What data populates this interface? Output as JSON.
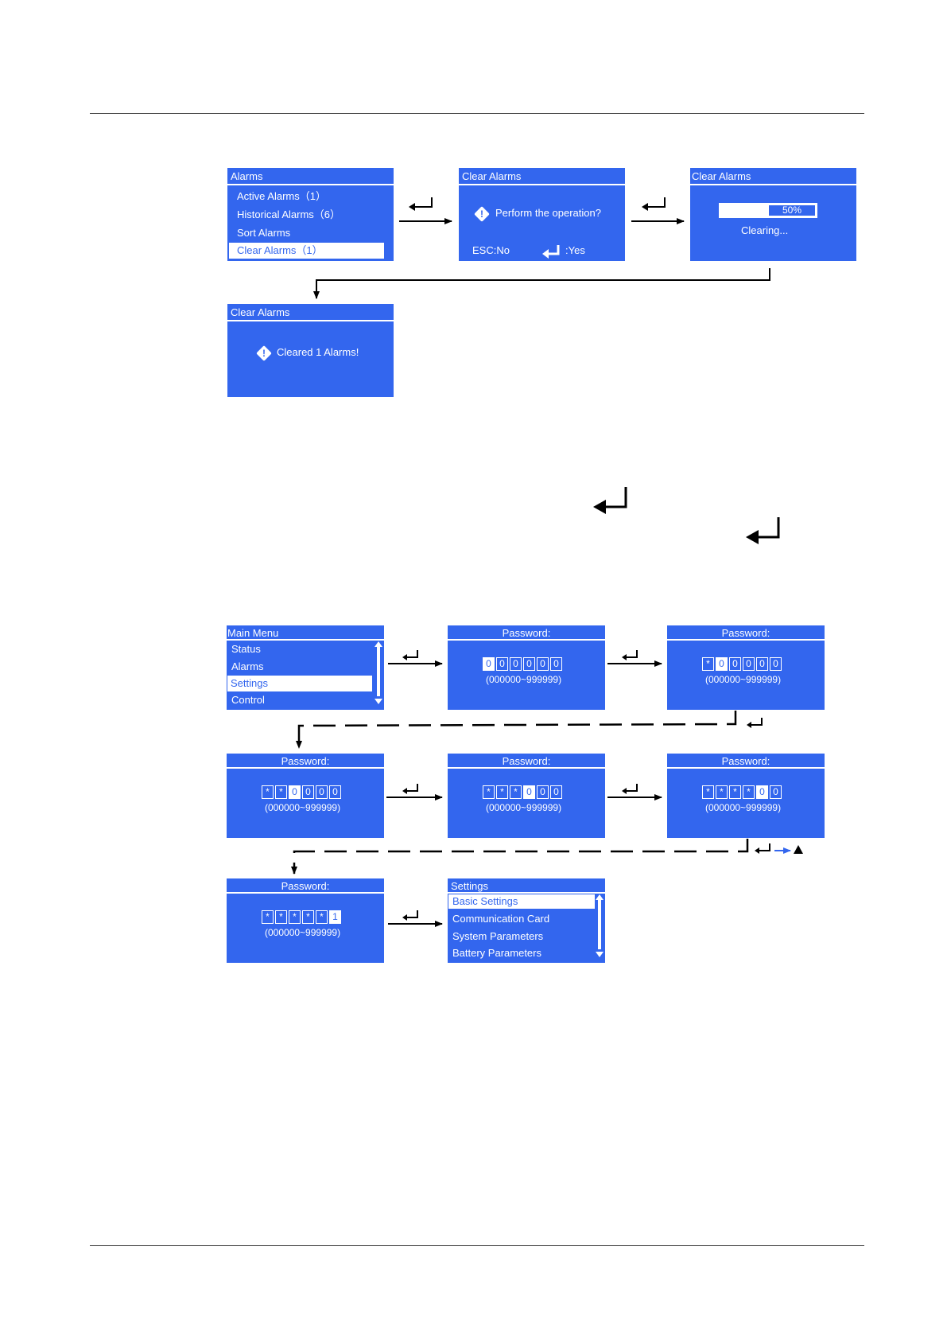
{
  "colors": {
    "panel": "#3366ee",
    "text": "#ffffff",
    "arrow": "#000000",
    "accent": "#3366ee"
  },
  "alarms_menu": {
    "title": "Alarms",
    "items": [
      "Active Alarms（1）",
      "Historical Alarms（6）",
      "Sort Alarms",
      "Clear Alarms（1）"
    ],
    "selected": 3
  },
  "confirm_screen": {
    "title": "Clear Alarms",
    "message": "Perform the operation?",
    "esc_label": "ESC:No",
    "yes_label": ":Yes"
  },
  "progress_screen": {
    "title": "Clear Alarms",
    "progress_value": 0.5,
    "progress_label": "50%",
    "status": "Clearing..."
  },
  "done_screen": {
    "title": "Clear Alarms",
    "message": "Cleared 1 Alarms!"
  },
  "main_menu": {
    "title": "Main Menu",
    "items": [
      "Status",
      "Alarms",
      "Settings",
      "Control"
    ],
    "selected": 2
  },
  "password_screens": [
    {
      "title": "Password:",
      "digits": [
        "0",
        "0",
        "0",
        "0",
        "0",
        "0"
      ],
      "active": 0,
      "range": "(000000~999999)"
    },
    {
      "title": "Password:",
      "digits": [
        "*",
        "0",
        "0",
        "0",
        "0",
        "0"
      ],
      "active": 1,
      "range": "(000000~999999)"
    },
    {
      "title": "Password:",
      "digits": [
        "*",
        "*",
        "0",
        "0",
        "0",
        "0"
      ],
      "active": 2,
      "range": "(000000~999999)"
    },
    {
      "title": "Password:",
      "digits": [
        "*",
        "*",
        "*",
        "0",
        "0",
        "0"
      ],
      "active": 3,
      "range": "(000000~999999)"
    },
    {
      "title": "Password:",
      "digits": [
        "*",
        "*",
        "*",
        "*",
        "0",
        "0"
      ],
      "active": 4,
      "range": "(000000~999999)"
    },
    {
      "title": "Password:",
      "digits": [
        "*",
        "*",
        "*",
        "*",
        "*",
        "1"
      ],
      "active": 5,
      "range": "(000000~999999)"
    }
  ],
  "settings_menu": {
    "title": "Settings",
    "items": [
      "Basic Settings",
      "Communication Card",
      "System Parameters",
      "Battery Parameters"
    ],
    "selected": 0
  }
}
